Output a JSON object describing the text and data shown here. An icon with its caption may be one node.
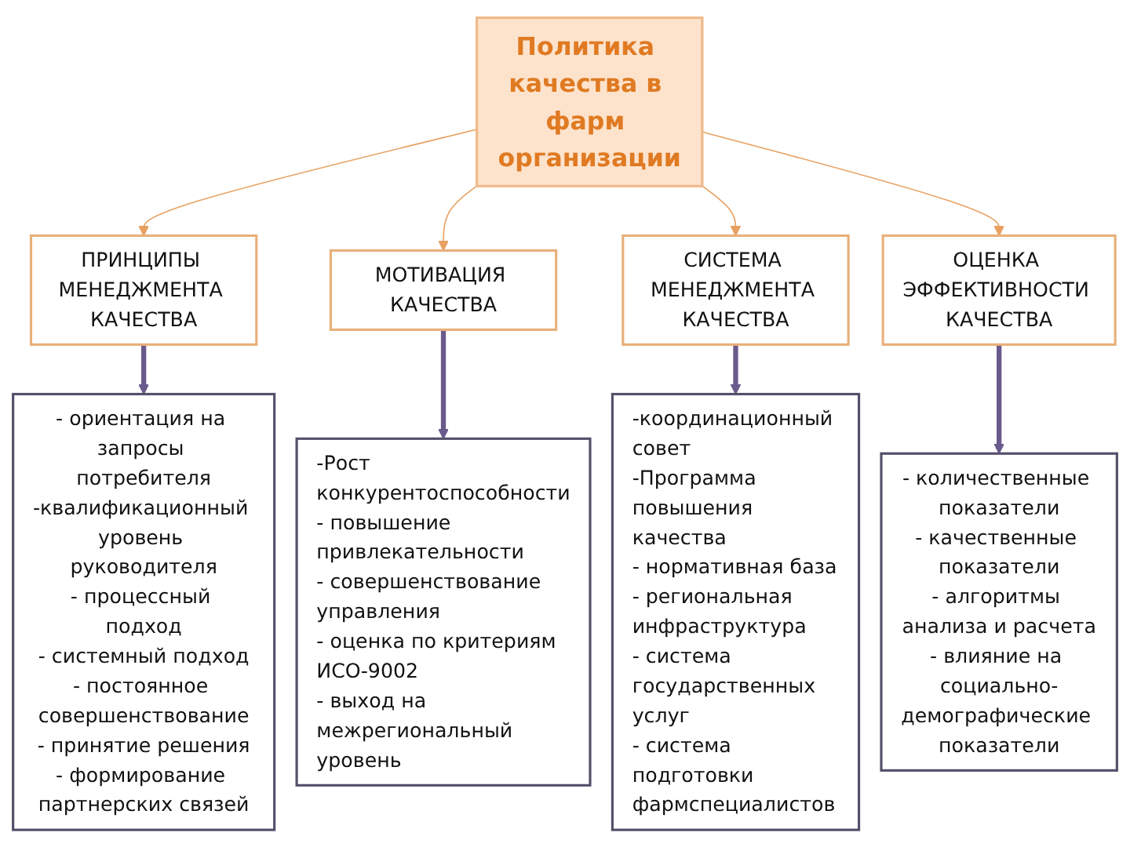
{
  "diagram": {
    "nodes": [
      {
        "text": [
          "Политика качества в фарм организации"
        ]
      },
      {
        "text": [
          "ПРИНЦИПЫ МЕНЕДЖМЕНТА КАЧЕСТВА"
        ]
      },
      {
        "text": [
          "МОТИВАЦИЯ КАЧЕСТВА"
        ]
      },
      {
        "text": [
          "СИСТЕМА МЕНЕДЖМЕНТА КАЧЕСТВА"
        ]
      },
      {
        "text": [
          "ОЦЕНКА ЭФФЕКТИВНОСТИ КАЧЕСТВА"
        ]
      },
      {
        "text": [
          "- ориентация на запросы потребителя",
          "-квалификационный уровень руководителя",
          "- процессный подход",
          "- системный подход",
          "- постоянное совершенствование",
          "- принятие решения",
          "- формирование партнерских связей"
        ]
      },
      {
        "text": [
          "-Рост конкурентоспособности",
          "- повышение привлекательности",
          "- совершенствование управления",
          "- оценка по критериям ИСО-9002",
          "- выход на межрегиональный уровень"
        ]
      },
      {
        "text": [
          "-координационный совет",
          "-Программа повышения качества",
          "- нормативная база",
          "- региональная инфраструктура",
          "- система государственных услуг",
          "- система подготовки фармспециалистов"
        ]
      },
      {
        "text": [
          "- количественные показатели",
          "- качественные показатели",
          "- алгоритмы анализа и расчета",
          "- влияние на социально-демографические показатели"
        ]
      }
    ],
    "edges": [
      {
        "from": 0,
        "to": 1,
        "arrow": "to",
        "color": "#e8a060"
      },
      {
        "from": 0,
        "to": 2,
        "arrow": "to",
        "color": "#e8a060"
      },
      {
        "from": 0,
        "to": 3,
        "arrow": "to",
        "color": "#e8a060"
      },
      {
        "from": 0,
        "to": 4,
        "arrow": "to",
        "color": "#e8a060"
      },
      {
        "from": 1,
        "to": 5,
        "arrow": "to",
        "style": "thick",
        "color": "#6a5a8c"
      },
      {
        "from": 2,
        "to": 6,
        "arrow": "to",
        "style": "thick",
        "color": "#6a5a8c"
      },
      {
        "from": 3,
        "to": 7,
        "arrow": "to",
        "style": "thick",
        "color": "#6a5a8c"
      },
      {
        "from": 4,
        "to": 8,
        "arrow": "to",
        "style": "thick",
        "color": "#6a5a8c"
      }
    ]
  }
}
